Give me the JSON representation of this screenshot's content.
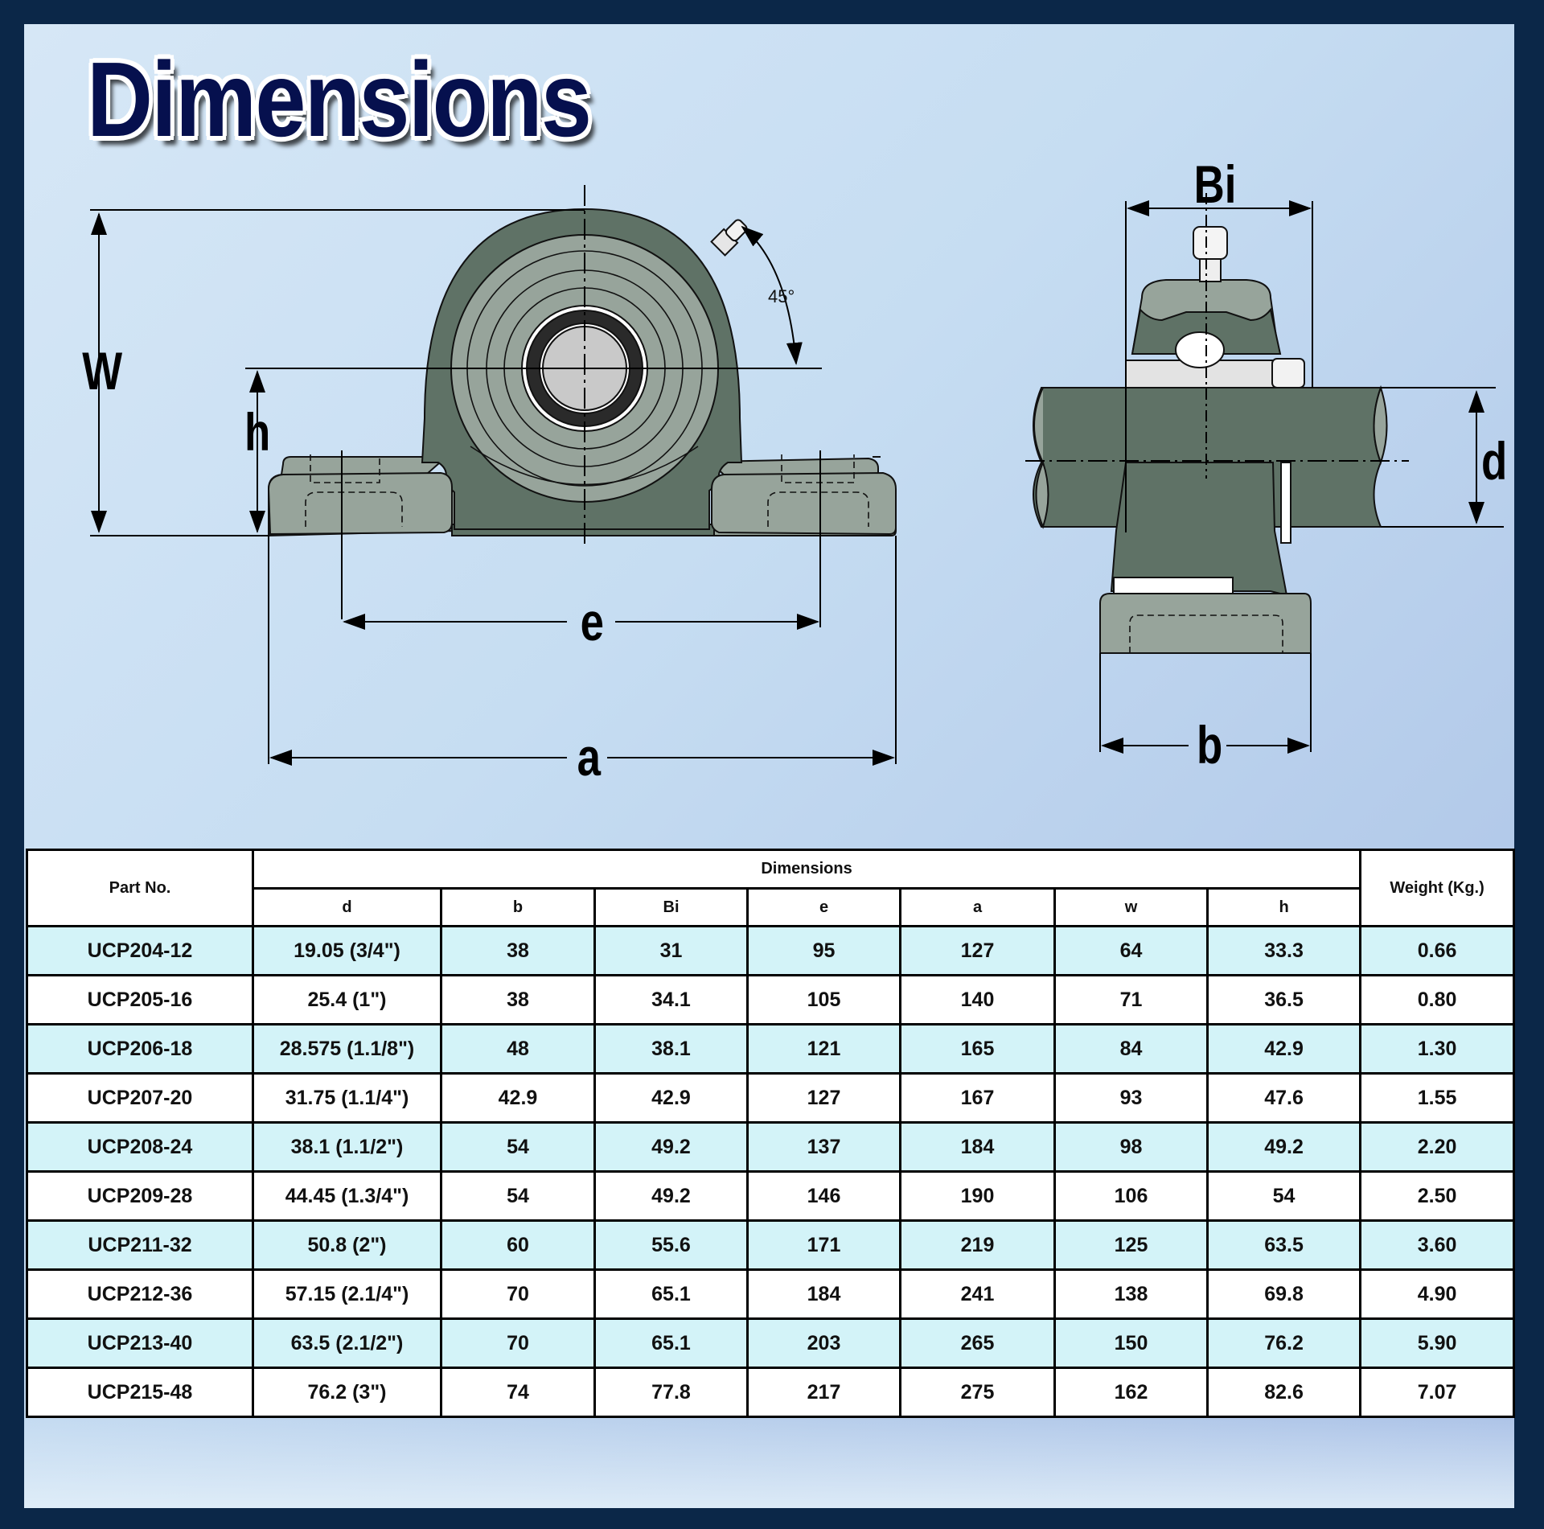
{
  "title": "Dimensions",
  "front_view": {
    "labels": {
      "W": "W",
      "h": "h",
      "e": "e",
      "a": "a"
    },
    "angle_label": "45°"
  },
  "side_view": {
    "labels": {
      "Bi": "Bi",
      "d": "d",
      "b": "b"
    }
  },
  "colors": {
    "frame": "#0b2748",
    "title": "#06104e",
    "housing_dark": "#5f7266",
    "housing_light": "#97a49b",
    "row_highlight": "#d3f3f8"
  },
  "table": {
    "part_header": "Part No.",
    "group_header": "Dimensions",
    "weight_header": "Weight (Kg.)",
    "columns": [
      "d",
      "b",
      "Bi",
      "e",
      "a",
      "w",
      "h"
    ],
    "rows": [
      {
        "part": "UCP204-12",
        "d": "19.05 (3/4\")",
        "b": "38",
        "Bi": "31",
        "e": "95",
        "a": "127",
        "w": "64",
        "h": "33.3",
        "weight": "0.66"
      },
      {
        "part": "UCP205-16",
        "d": "25.4 (1\")",
        "b": "38",
        "Bi": "34.1",
        "e": "105",
        "a": "140",
        "w": "71",
        "h": "36.5",
        "weight": "0.80"
      },
      {
        "part": "UCP206-18",
        "d": "28.575 (1.1/8\")",
        "b": "48",
        "Bi": "38.1",
        "e": "121",
        "a": "165",
        "w": "84",
        "h": "42.9",
        "weight": "1.30"
      },
      {
        "part": "UCP207-20",
        "d": "31.75 (1.1/4\")",
        "b": "42.9",
        "Bi": "42.9",
        "e": "127",
        "a": "167",
        "w": "93",
        "h": "47.6",
        "weight": "1.55"
      },
      {
        "part": "UCP208-24",
        "d": "38.1 (1.1/2\")",
        "b": "54",
        "Bi": "49.2",
        "e": "137",
        "a": "184",
        "w": "98",
        "h": "49.2",
        "weight": "2.20"
      },
      {
        "part": "UCP209-28",
        "d": "44.45 (1.3/4\")",
        "b": "54",
        "Bi": "49.2",
        "e": "146",
        "a": "190",
        "w": "106",
        "h": "54",
        "weight": "2.50"
      },
      {
        "part": "UCP211-32",
        "d": "50.8 (2\")",
        "b": "60",
        "Bi": "55.6",
        "e": "171",
        "a": "219",
        "w": "125",
        "h": "63.5",
        "weight": "3.60"
      },
      {
        "part": "UCP212-36",
        "d": "57.15 (2.1/4\")",
        "b": "70",
        "Bi": "65.1",
        "e": "184",
        "a": "241",
        "w": "138",
        "h": "69.8",
        "weight": "4.90"
      },
      {
        "part": "UCP213-40",
        "d": "63.5 (2.1/2\")",
        "b": "70",
        "Bi": "65.1",
        "e": "203",
        "a": "265",
        "w": "150",
        "h": "76.2",
        "weight": "5.90"
      },
      {
        "part": "UCP215-48",
        "d": "76.2 (3\")",
        "b": "74",
        "Bi": "77.8",
        "e": "217",
        "a": "275",
        "w": "162",
        "h": "82.6",
        "weight": "7.07"
      }
    ]
  }
}
